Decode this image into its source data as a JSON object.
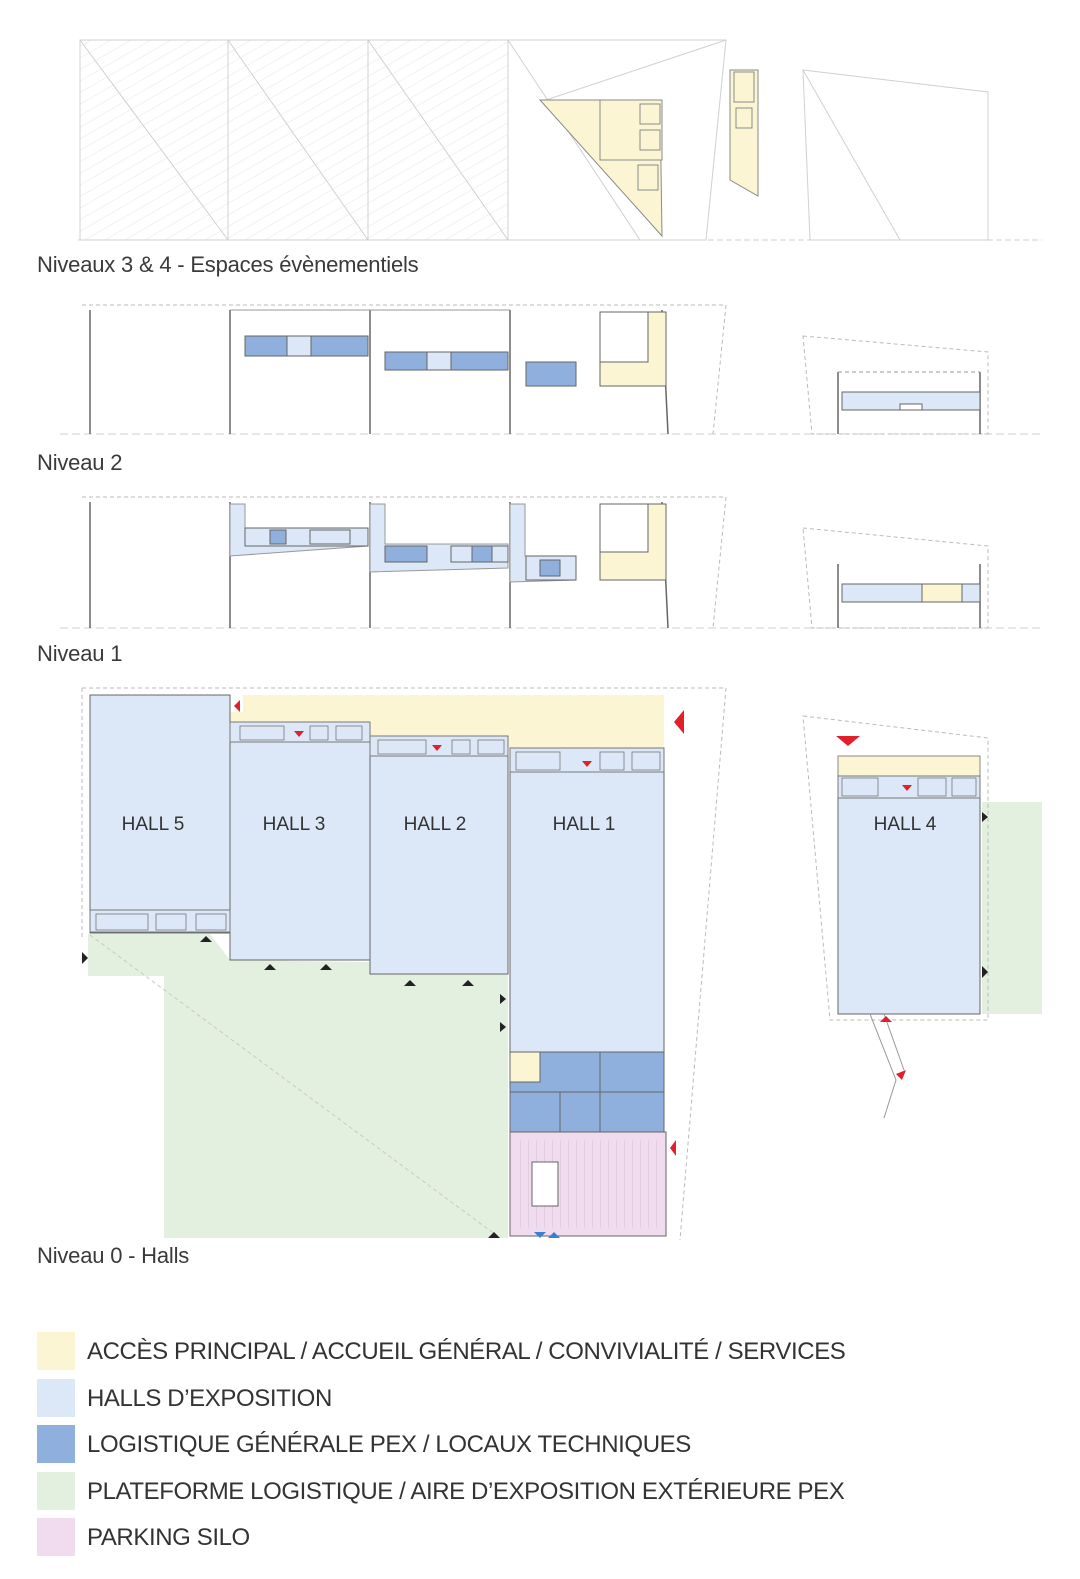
{
  "levels": {
    "level_34": "Niveaux 3 & 4 - Espaces évènementiels",
    "level_2": "Niveau 2",
    "level_1": "Niveau 1",
    "level_0": "Niveau 0 - Halls"
  },
  "halls": [
    "HALL 5",
    "HALL 3",
    "HALL 2",
    "HALL 1",
    "HALL 4"
  ],
  "colors": {
    "acces": "#fbf5d3",
    "halls": "#dce8f8",
    "logistique": "#8fb0dc",
    "plateforme": "#e3f0e0",
    "parking": "#f1dcef",
    "access_arrow": "#e0202a",
    "outline": "#8a8a8a"
  },
  "legend": [
    {
      "label": "ACCÈS PRINCIPAL / ACCUEIL GÉNÉRAL / CONVIVIALITÉ / SERVICES",
      "color": "#fbf5d3"
    },
    {
      "label": "HALLS D’EXPOSITION",
      "color": "#dce8f8"
    },
    {
      "label": "LOGISTIQUE GÉNÉRALE PEX / LOCAUX TECHNIQUES",
      "color": "#8fb0dc"
    },
    {
      "label": "PLATEFORME LOGISTIQUE / AIRE D’EXPOSITION EXTÉRIEURE PEX",
      "color": "#e3f0e0"
    },
    {
      "label": "PARKING SILO",
      "color": "#f1dcef"
    }
  ]
}
